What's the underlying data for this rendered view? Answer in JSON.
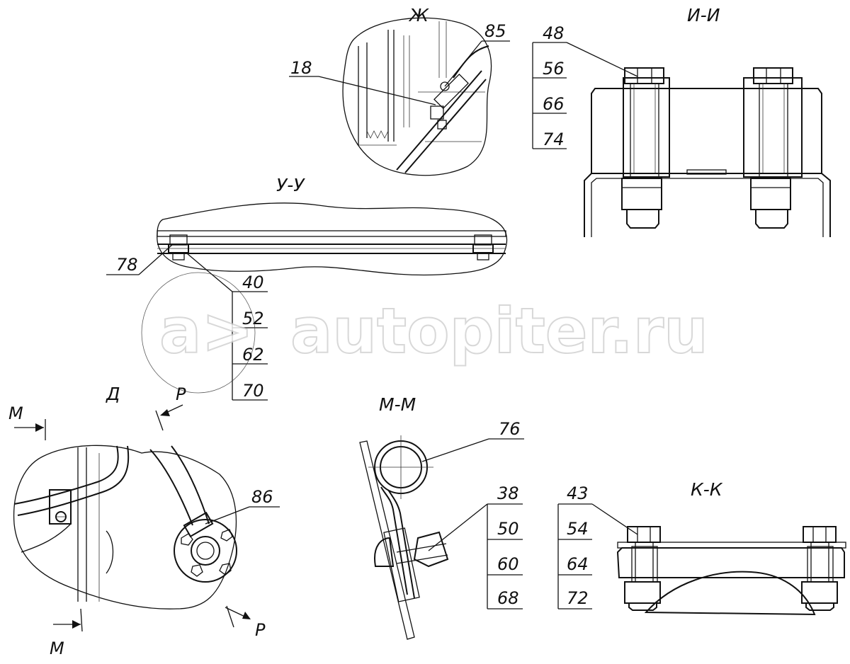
{
  "views": {
    "zh": "Ж",
    "ii": "И-И",
    "uu": "У-У",
    "d": "Д",
    "mm": "М-М",
    "kk": "К-К"
  },
  "section_marks": {
    "m_top": "М",
    "m_bottom": "М",
    "p_top": "Р",
    "p_bottom": "Р"
  },
  "callouts": {
    "zh_85": "85",
    "zh_18": "18",
    "ii_stack": [
      "48",
      "56",
      "66",
      "74"
    ],
    "uu_78": "78",
    "uu_stack": [
      "40",
      "52",
      "62",
      "70"
    ],
    "mm_76": "76",
    "mm_stack": [
      "38",
      "50",
      "60",
      "68"
    ],
    "d_86": "86",
    "kk_stack": [
      "43",
      "54",
      "64",
      "72"
    ]
  },
  "watermark": {
    "text": "autopiter.ru",
    "logo": "a>"
  }
}
